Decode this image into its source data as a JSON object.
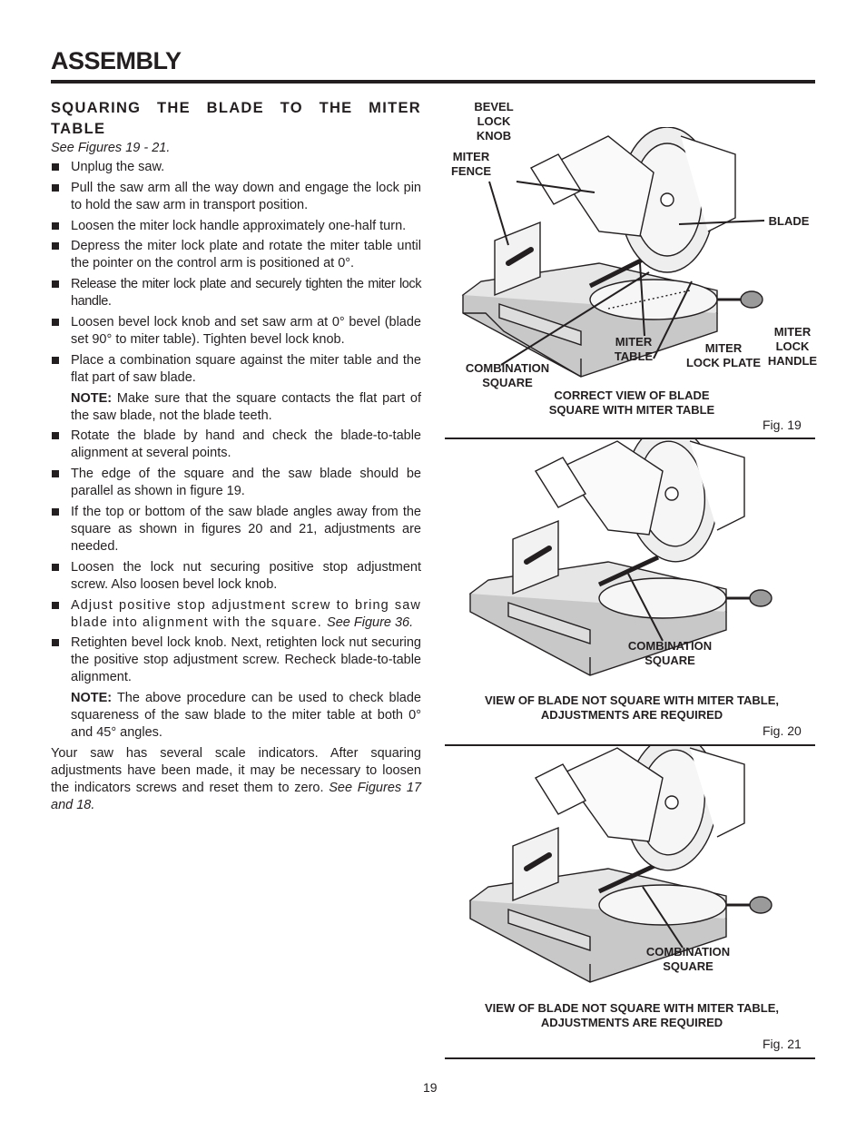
{
  "header": {
    "title": "ASSEMBLY"
  },
  "section": {
    "title": "SQUARING THE BLADE TO THE MITER TABLE",
    "see_figures": "See Figures 19 - 21."
  },
  "steps": [
    "Unplug the saw.",
    "Pull the saw arm all the way down and engage the lock pin to hold the saw arm in transport position.",
    "Loosen the miter lock handle approximately one-half turn.",
    "Depress the miter lock plate and rotate the miter table until the pointer on the control arm is positioned at 0°.",
    "Release the miter lock plate and securely tighten the miter lock handle.",
    "Loosen bevel lock knob and set saw arm at 0° bevel (blade set 90° to miter table). Tighten bevel lock knob.",
    "Place a combination square against the miter table and the flat part of saw blade.",
    "Rotate the blade by hand and check the blade-to-table alignment at several points.",
    "The edge of the square and the saw blade should be parallel as shown in figure 19.",
    "If the top or bottom of the saw blade angles away from the square as shown in figures 20 and 21, adjustments are needed.",
    "Loosen the lock nut securing positive stop adjustment screw. Also loosen bevel lock knob.",
    "Adjust positive stop adjustment screw to bring saw blade into alignment with the square.",
    "Retighten bevel lock knob. Next, retighten lock nut securing the positive stop adjustment screw. Recheck blade-to-table alignment."
  ],
  "step12_ref": "See Figure 36.",
  "notes": {
    "note_label": "NOTE:",
    "note1": "Make sure that the square contacts the flat part of the saw blade, not the blade teeth.",
    "note2": "The above procedure can be used to check blade squareness of the saw blade to the miter table at both 0° and 45° angles."
  },
  "closing": {
    "text": "Your saw has several scale indicators. After squaring adjustments have been made, it may be necessary to loosen the indicators screws and reset them to zero.",
    "ref": "See Figures 17 and 18."
  },
  "figures": {
    "fig19": {
      "labels": {
        "bevel_lock_knob": "BEVEL\nLOCK KNOB",
        "miter_fence": "MITER\nFENCE",
        "blade": "BLADE",
        "miter_lock_handle": "MITER\nLOCK\nHANDLE",
        "miter_table": "MITER\nTABLE",
        "miter_lock_plate": "MITER\nLOCK PLATE",
        "combination_square": "COMBINATION\nSQUARE"
      },
      "caption": "CORRECT VIEW OF BLADE\nSQUARE WITH MITER TABLE",
      "number": "Fig. 19"
    },
    "fig20": {
      "labels": {
        "combination_square": "COMBINATION\nSQUARE"
      },
      "caption": "VIEW OF BLADE NOT SQUARE WITH MITER TABLE,\nADJUSTMENTS ARE REQUIRED",
      "number": "Fig. 20"
    },
    "fig21": {
      "labels": {
        "combination_square": "COMBINATION\nSQUARE"
      },
      "caption": "VIEW OF BLADE NOT SQUARE WITH MITER TABLE,\nADJUSTMENTS ARE REQUIRED",
      "number": "Fig. 21"
    }
  },
  "page_number": "19"
}
